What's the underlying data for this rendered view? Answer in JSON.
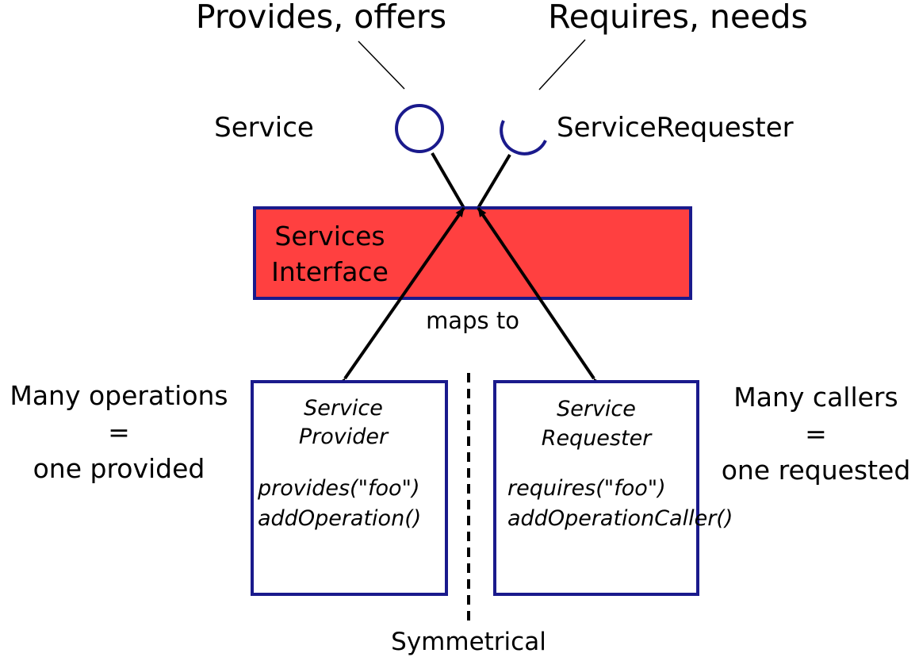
{
  "labels": {
    "provides_offers": "Provides, offers",
    "requires_needs": "Requires, needs",
    "service": "Service",
    "service_requester": "ServiceRequester",
    "services_interface": [
      "Services",
      "Interface"
    ],
    "maps_to": "maps to",
    "symmetrical": "Symmetrical",
    "left_note": [
      "Many operations",
      "=",
      "one provided"
    ],
    "right_note": [
      "Many callers",
      "=",
      "one requested"
    ]
  },
  "provider_box": {
    "title": [
      "Service",
      "Provider"
    ],
    "methods": [
      "provides(\"foo\")",
      "addOperation()"
    ]
  },
  "requester_box": {
    "title": [
      "Service",
      "Requester"
    ],
    "methods": [
      "requires(\"foo\")",
      "addOperationCaller()"
    ]
  },
  "colors": {
    "outline": "#1a1a8c",
    "interface_fill": "#ff4040",
    "line": "#000000"
  }
}
